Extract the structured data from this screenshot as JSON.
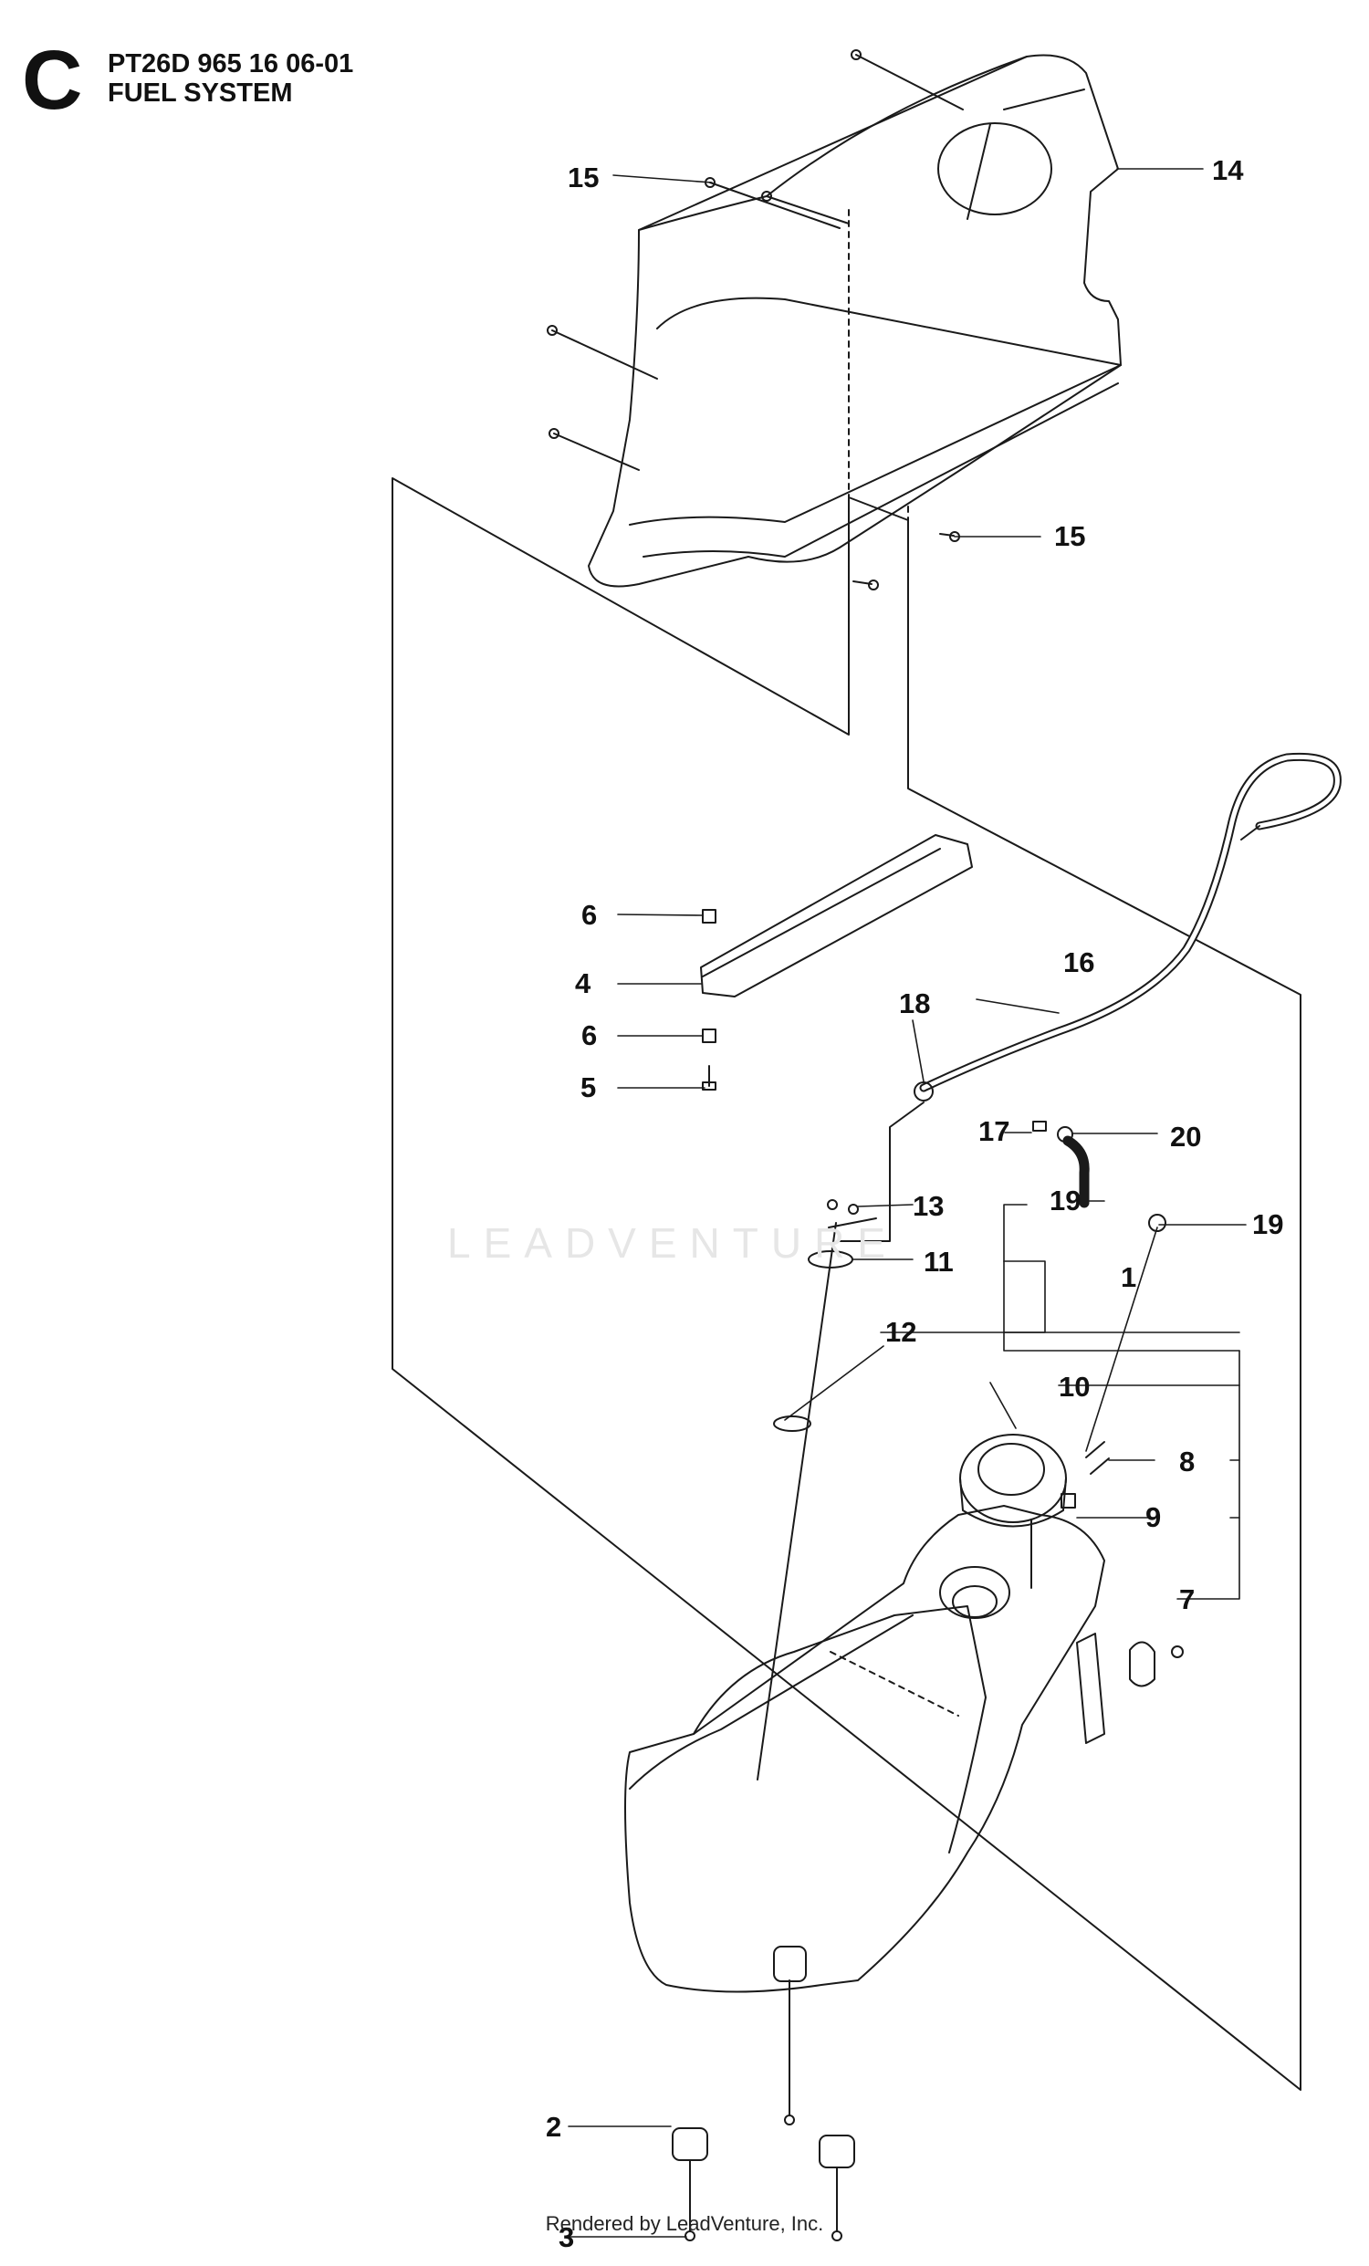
{
  "header": {
    "section_letter": "C",
    "model_line": "PT26D 965 16 06-01",
    "section_title": "FUEL SYSTEM"
  },
  "watermark": "LEADVENTURE",
  "footer": "Rendered by LeadVenture, Inc.",
  "callouts": [
    "1",
    "2",
    "3",
    "4",
    "5",
    "6",
    "6",
    "7",
    "8",
    "9",
    "10",
    "11",
    "12",
    "13",
    "14",
    "15",
    "15",
    "16",
    "17",
    "18",
    "19",
    "19",
    "20"
  ],
  "colors": {
    "ink": "#111111",
    "line": "#1a1a1a",
    "watermark": "#e6e6e6"
  }
}
